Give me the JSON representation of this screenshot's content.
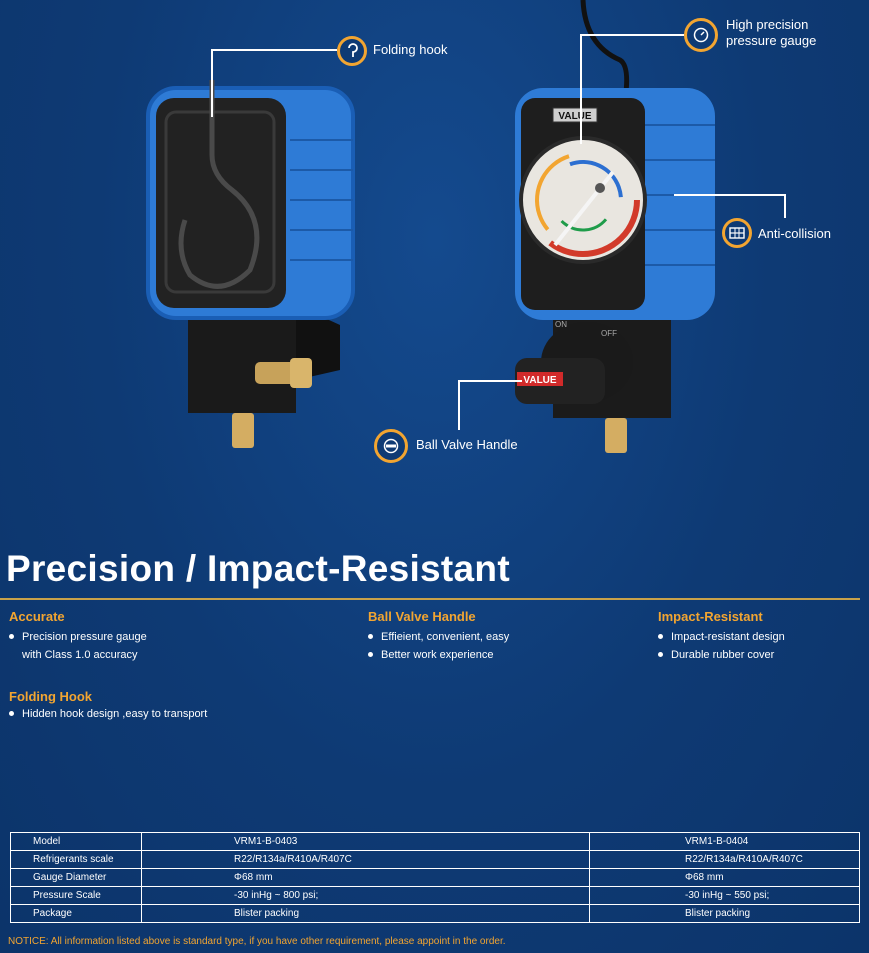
{
  "callouts": {
    "folding_hook": "Folding hook",
    "gauge_line1": "High precision",
    "gauge_line2": "pressure gauge",
    "anti_collision": "Anti-collision",
    "ball_valve": "Ball Valve Handle"
  },
  "product": {
    "brand_mark": "VALUE",
    "valve_on": "ON",
    "valve_off": "OFF"
  },
  "heading": "Precision / Impact-Resistant",
  "features": {
    "accurate": {
      "title": "Accurate",
      "items": [
        "Precision pressure gauge",
        "with Class 1.0 accuracy"
      ]
    },
    "ball_valve": {
      "title": "Ball Valve Handle",
      "items": [
        "Effieient, convenient, easy",
        "Better work experience"
      ]
    },
    "impact": {
      "title": "Impact-Resistant",
      "items": [
        "Impact-resistant design",
        "Durable rubber cover"
      ]
    },
    "folding": {
      "title": "Folding Hook",
      "items": [
        "Hidden hook design ,easy to transport"
      ]
    }
  },
  "spec_table": {
    "rows": [
      {
        "label": "Model",
        "a": "VRM1-B-0403",
        "b": "VRM1-B-0404"
      },
      {
        "label": "Refrigerants scale",
        "a": "R22/R134a/R410A/R407C",
        "b": "R22/R134a/R410A/R407C"
      },
      {
        "label": "Gauge Diameter",
        "a": "Φ68 mm",
        "b": "Φ68 mm"
      },
      {
        "label": "Pressure Scale",
        "a": "-30 inHg ~ 800 psi;",
        "b": "-30 inHg ~ 550 psi;"
      },
      {
        "label": "Package",
        "a": "Blister packing",
        "b": "Blister packing"
      }
    ]
  },
  "notice": "NOTICE: All information listed above is standard type, if you have other requirement, please appoint in the order.",
  "colors": {
    "background": "#0e3a74",
    "accent": "#f2a531",
    "rubber_blue": "#2e7bd6"
  }
}
